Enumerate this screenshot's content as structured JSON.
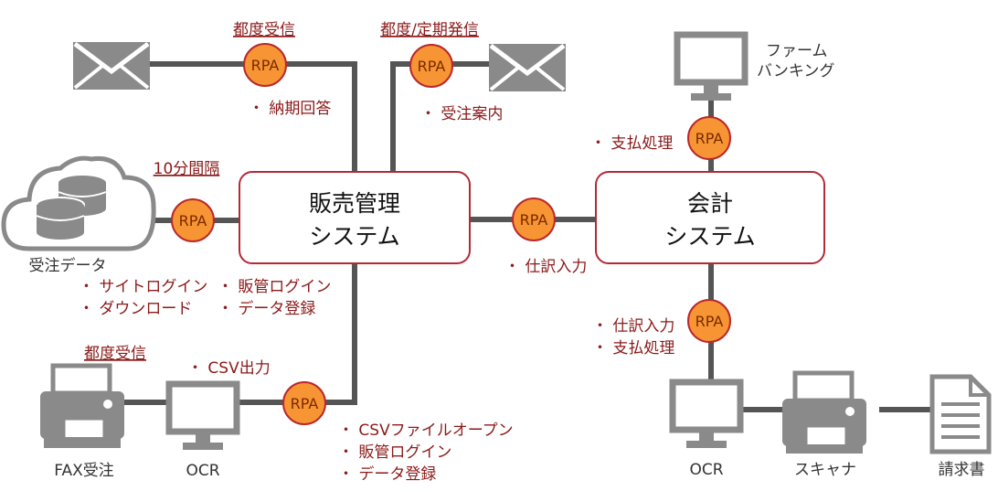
{
  "headers": {
    "email_in": "都度受信",
    "email_out": "都度/定期発信",
    "cloud": "10分間隔",
    "fax": "都度受信"
  },
  "rpa_label": "RPA",
  "systems": {
    "sales": {
      "line1": "販売管理",
      "line2": "システム"
    },
    "accounting": {
      "line1": "会計",
      "line2": "システム"
    }
  },
  "nodes": {
    "firm_banking": {
      "line1": "ファーム",
      "line2": "バンキング"
    },
    "cloud": "受注データ",
    "fax": "FAX受注",
    "ocr_left": "OCR",
    "ocr_right": "OCR",
    "scanner": "スキャナ",
    "invoice": "請求書"
  },
  "notes": {
    "delivery_reply": [
      "納期回答"
    ],
    "order_guide": [
      "受注案内"
    ],
    "payment_top": [
      "支払処理"
    ],
    "cloud_tasks": [
      "サイトログイン",
      "ダウンロード"
    ],
    "sales_login": [
      "販管ログイン",
      "データ登録"
    ],
    "journal_mid": [
      "仕訳入力"
    ],
    "journal_bottom": [
      "仕訳入力",
      "支払処理"
    ],
    "csv_output": [
      "CSV出力"
    ],
    "csv_tasks": [
      "CSVファイルオープン",
      "販管ログイン",
      "データ登録"
    ]
  },
  "colors": {
    "line": "#555555",
    "rpa_fill": "#f79433",
    "rpa_stroke": "#b8282e",
    "box_stroke": "#b32a37",
    "icon": "#8a8a8a",
    "note_text": "#8b1a1a"
  }
}
